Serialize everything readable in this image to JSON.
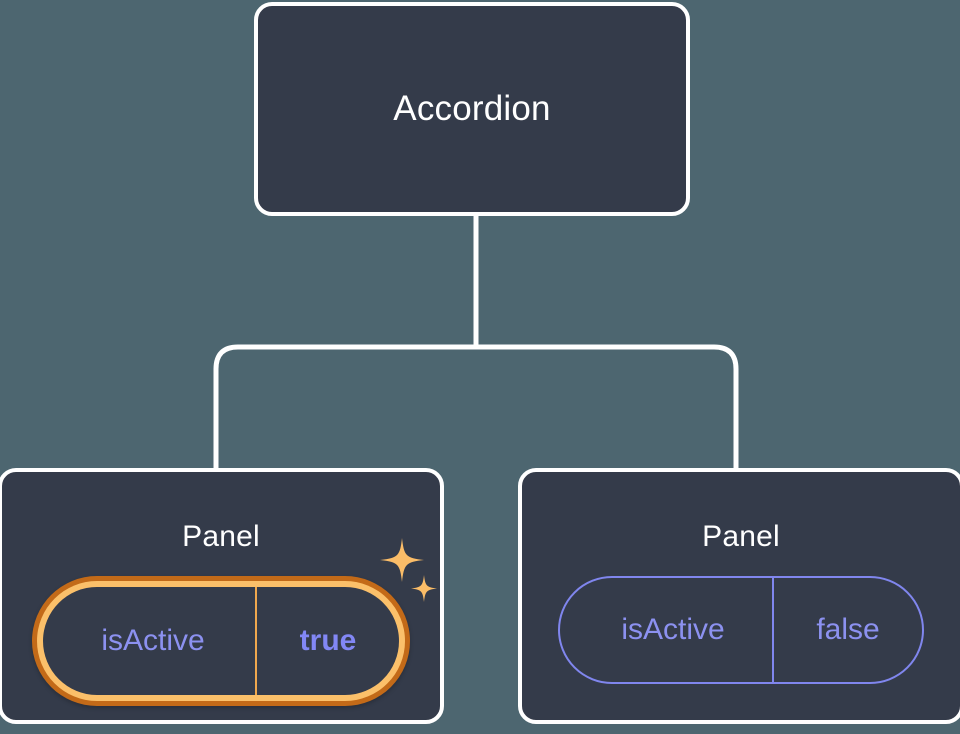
{
  "theme": {
    "canvas_background": "#4d6670",
    "node_background": "#343b4a",
    "node_border": "#ffffff",
    "connector_color": "#ffffff",
    "title_color": "#ffffff",
    "prop_text_color": "#8c91f0",
    "prop_border_color": "#8086ee",
    "highlight_outer_ring": "#c36a18",
    "highlight_inner_ring": "#fbc06a",
    "highlight_value_color": "#8287f5",
    "highlight_divider": "#f0a84e",
    "sparkle_color": "#fbbd68"
  },
  "tree": {
    "root": {
      "title": "Accordion"
    },
    "children": [
      {
        "title": "Panel",
        "highlighted": true,
        "prop": {
          "key": "isActive",
          "value": "true"
        },
        "sparkle_large_icon": "sparkle-icon",
        "sparkle_small_icon": "sparkle-icon"
      },
      {
        "title": "Panel",
        "highlighted": false,
        "prop": {
          "key": "isActive",
          "value": "false"
        }
      }
    ]
  }
}
